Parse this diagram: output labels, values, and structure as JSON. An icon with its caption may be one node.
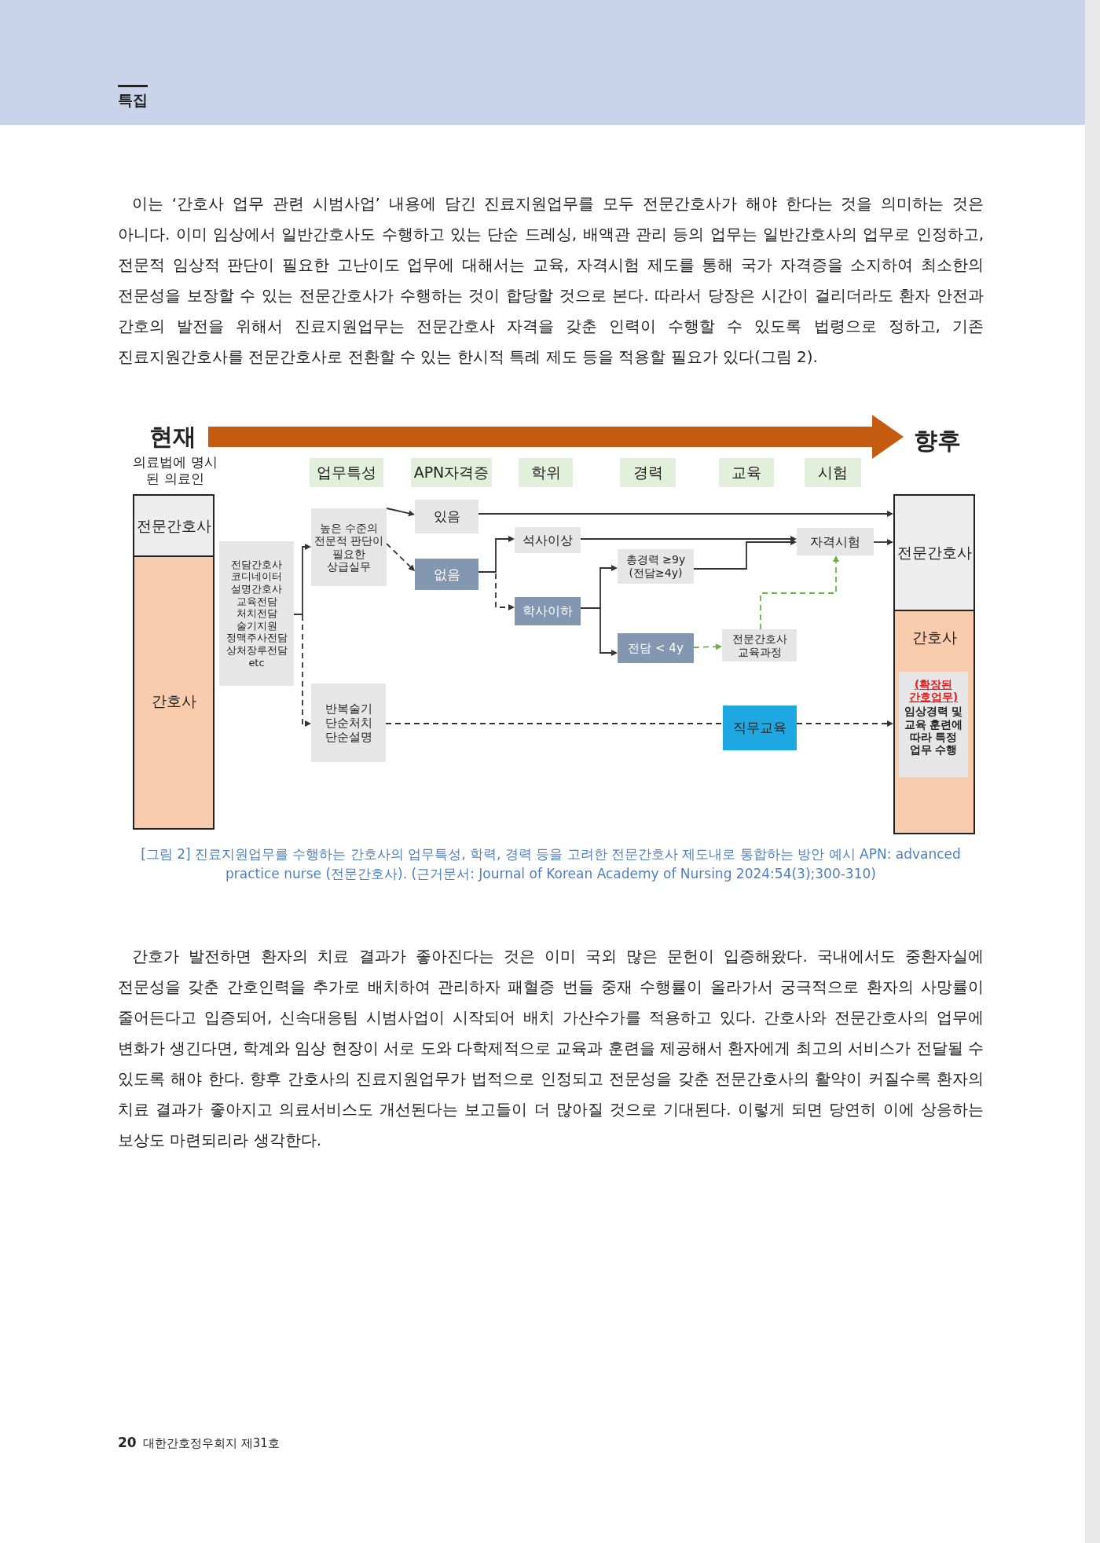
{
  "diagram": {
    "caption": "[그림 2] 진료지원업무를 수행하는 간호사의 업무특성, 학력, 경력 등을 고려한 전문간호사 제도내로 통합하는 방안 예시 APN: advanced practice nurse (전문간호사). (근거문서: Journal of Korean Academy of Nursing 2024:54(3);300-310)",
    "nodes": [
      {
        "text": [
          "현재"
        ]
      },
      {
        "text": [
          "향후"
        ]
      },
      {
        "text": [
          "전문간호사"
        ]
      },
      {
        "text": [
          "간호사"
        ]
      },
      {
        "text": [
          "전담간호사 코디네이터 설명간호사 교육전담 처치전담 술기지원 정맥주사전담 상처장루전담 etc"
        ]
      },
      {
        "text": [
          "업무특성"
        ]
      },
      {
        "text": [
          "APN자격증"
        ]
      },
      {
        "text": [
          "학위"
        ]
      },
      {
        "text": [
          "경력"
        ]
      },
      {
        "text": [
          "교육"
        ]
      },
      {
        "text": [
          "시험"
        ]
      },
      {
        "text": [
          "높은 수준의 전문적 판단이 필요한 상급실무"
        ]
      },
      {
        "text": [
          "반복술기 단순처치 단순설명"
        ]
      },
      {
        "text": [
          "있음"
        ]
      },
      {
        "text": [
          "없음"
        ]
      },
      {
        "text": [
          "석사이상"
        ]
      },
      {
        "text": [
          "학사이하"
        ]
      },
      {
        "text": [
          "총경력 ≥9y (전담≥4y)"
        ]
      },
      {
        "text": [
          "전담 < 4y"
        ]
      },
      {
        "text": [
          "전문간호사 교육과정"
        ]
      },
      {
        "text": [
          "자격시험"
        ]
      },
      {
        "text": [
          "직무교육"
        ]
      },
      {
        "text": [
          "전문간호사"
        ]
      },
      {
        "text": [
          "간호사"
        ]
      },
      {
        "text": [
          "(확장된 간호업무)",
          "임상경력 및 교육 훈련에 따라 특정 업무 수행"
        ],
        "in": 23
      }
    ],
    "edges": [
      {
        "from": 0,
        "to": 1,
        "arrow": "to",
        "style": "thick",
        "color": "#c55a11"
      },
      {
        "from": 4,
        "to": 11,
        "arrow": "to"
      },
      {
        "from": 4,
        "to": 12,
        "arrow": "to",
        "style": "dashed"
      },
      {
        "from": 11,
        "to": 13,
        "arrow": "to"
      },
      {
        "from": 11,
        "to": 14,
        "arrow": "to",
        "style": "dashed"
      },
      {
        "from": 13,
        "to": 22,
        "arrow": "to"
      },
      {
        "from": 14,
        "to": 15,
        "arrow": "to"
      },
      {
        "from": 14,
        "to": 16,
        "arrow": "to",
        "style": "dashed"
      },
      {
        "from": 15,
        "to": 20,
        "arrow": "to"
      },
      {
        "from": 16,
        "to": 17,
        "arrow": "to"
      },
      {
        "from": 16,
        "to": 18,
        "arrow": "to"
      },
      {
        "from": 17,
        "to": 20,
        "arrow": "to"
      },
      {
        "from": 18,
        "to": 19,
        "arrow": "to",
        "style": "dashed",
        "color": "#70ad47"
      },
      {
        "from": 19,
        "to": 20,
        "arrow": "to",
        "style": "dashed",
        "color": "#70ad47"
      },
      {
        "from": 20,
        "to": 22,
        "arrow": "to"
      },
      {
        "from": 12,
        "to": 21,
        "arrow": "none",
        "style": "dashed"
      },
      {
        "from": 21,
        "to": 23,
        "arrow": "to",
        "style": "dashed"
      }
    ],
    "labels": [
      "특집",
      "이는 ‘간호사 업무 관련 시범사업’ 내용에 담긴 진료지원업무를 모두 전문간호사가 해야 한다는 것을 의미하는 것은 아니다. 이미 임상에서 일반간호사도 수행하고 있는 단순 드레싱, 배액관 관리 등의 업무는 일반간호사의 업무로 인정하고, 전문적 임상적 판단이 필요한 고난이도 업무에 대해서는 교육, 자격시험 제도를 통해 국가 자격증을 소지하여 최소한의 전문성을 보장할 수 있는 전문간호사가 수행하는 것이 합당할 것으로 본다. 따라서 당장은 시간이 걸리더라도 환자 안전과 간호의 발전을 위해서 진료지원업무는 전문간호사 자격을 갖춘 인력이 수행할 수 있도록 법령으로 정하고, 기존 진료지원간호사를 전문간호사로 전환할 수 있는 한시적 특례 제도 등을 적용할 필요가 있다(그림 2).",
      "의료법에 명시된 의료인",
      "간호가 발전하면 환자의 치료 결과가 좋아진다는 것은 이미 국외 많은 문헌이 입증해왔다. 국내에서도 중환자실에 전문성을 갖춘 간호인력을 추가로 배치하여 관리하자 패혈증 번들 중재 수행률이 올라가서 궁극적으로 환자의 사망률이 줄어든다고 입증되어, 신속대응팀 시범사업이 시작되어 배치 가산수가를 적용하고 있다. 간호사와 전문간호사의 업무에 변화가 생긴다면, 학계와 임상 현장이 서로 도와 다학제적으로 교육과 훈련을 제공해서 환자에게 최고의 서비스가 전달될 수 있도록 해야 한다. 향후 간호사의 진료지원업무가 법적으로 인정되고 전문성을 갖춘 전문간호사의 활약이 커질수록 환자의 치료 결과가 좋아지고 의료서비스도 개선된다는 보고들이 더 많아질 것으로 기대된다. 이렇게 되면 당연히 이에 상응하는 보상도 마련되리라 생각한다.",
      "20",
      "대한간호정우회지 제31호"
    ]
  }
}
